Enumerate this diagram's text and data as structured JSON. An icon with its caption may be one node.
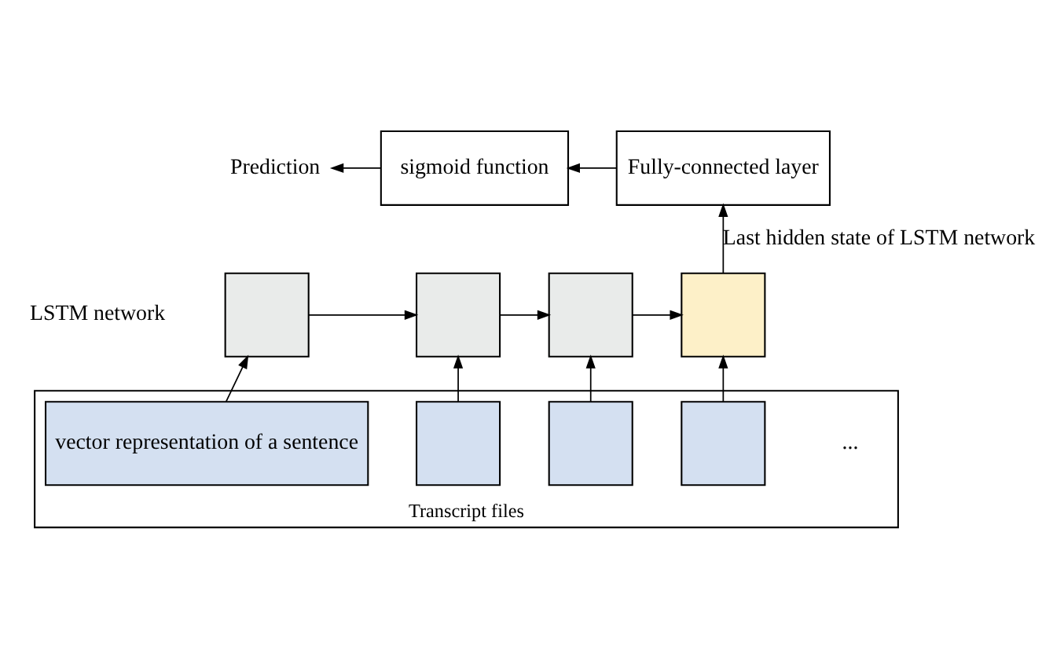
{
  "diagram": {
    "nodes": [
      {
        "text": [
          "Prediction"
        ]
      },
      {
        "text": [
          "sigmoid function"
        ]
      },
      {
        "text": [
          "Fully-connected layer"
        ]
      },
      {
        "text": [],
        "shape": "box"
      },
      {
        "text": [],
        "shape": "box"
      },
      {
        "text": [],
        "shape": "box"
      },
      {
        "text": [],
        "shape": "box"
      },
      {
        "text": [
          "Transcript files"
        ]
      },
      {
        "text": [
          "vector representation of a sentence"
        ],
        "in": 7
      },
      {
        "text": [],
        "shape": "box",
        "in": 7
      },
      {
        "text": [],
        "shape": "box",
        "in": 7
      },
      {
        "text": [],
        "shape": "box",
        "in": 7
      }
    ],
    "edges": [
      {
        "from": 1,
        "to": 0,
        "arrow": "to"
      },
      {
        "from": 2,
        "to": 1,
        "arrow": "to"
      },
      {
        "from": 3,
        "to": 4,
        "arrow": "to"
      },
      {
        "from": 4,
        "to": 5,
        "arrow": "to"
      },
      {
        "from": 5,
        "to": 6,
        "arrow": "to"
      },
      {
        "from": 6,
        "to": 2,
        "label": "Last hidden state of LSTM network",
        "arrow": "to"
      },
      {
        "from": 8,
        "to": 3,
        "arrow": "to"
      },
      {
        "from": 9,
        "to": 4,
        "arrow": "to"
      },
      {
        "from": 10,
        "to": 5,
        "arrow": "to"
      },
      {
        "from": 11,
        "to": 6,
        "arrow": "to"
      }
    ],
    "labels": [
      "LSTM network",
      "..."
    ]
  }
}
